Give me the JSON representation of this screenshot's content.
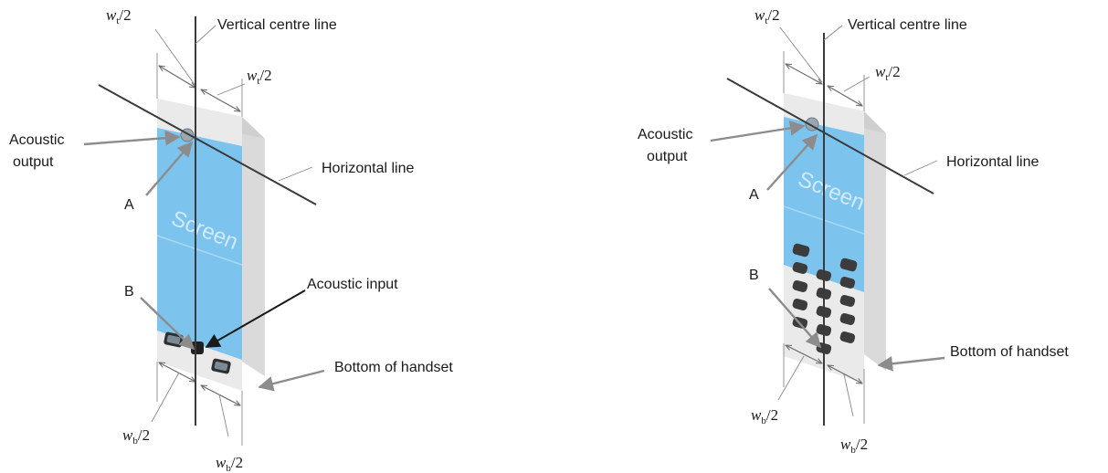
{
  "figure_left": {
    "wt_half_top": "w",
    "wt_half_top_sub": "t",
    "wt_half_top_suffix": "/2",
    "wt_half_right": "w",
    "wt_half_right_sub": "t",
    "wt_half_right_suffix": "/2",
    "vertical_centre_line": "Vertical centre line",
    "acoustic_output_line1": "Acoustic",
    "acoustic_output_line2": "output",
    "horizontal_line": "Horizontal line",
    "point_a": "A",
    "screen": "Screen",
    "point_b": "B",
    "acoustic_input": "Acoustic input",
    "bottom_of_handset": "Bottom of handset",
    "wb_half_left": "w",
    "wb_half_left_sub": "b",
    "wb_half_left_suffix": "/2",
    "wb_half_right": "w",
    "wb_half_right_sub": "b",
    "wb_half_right_suffix": "/2"
  },
  "figure_right": {
    "wt_half_top": "w",
    "wt_half_top_sub": "t",
    "wt_half_top_suffix": "/2",
    "wt_half_right": "w",
    "wt_half_right_sub": "t",
    "wt_half_right_suffix": "/2",
    "vertical_centre_line": "Vertical centre line",
    "acoustic_output_line1": "Acoustic",
    "acoustic_output_line2": "output",
    "horizontal_line": "Horizontal line",
    "point_a": "A",
    "screen": "Screen",
    "point_b": "B",
    "bottom_of_handset": "Bottom of handset",
    "wb_half_left": "w",
    "wb_half_left_sub": "b",
    "wb_half_left_suffix": "/2",
    "wb_half_right": "w",
    "wb_half_right_sub": "b",
    "wb_half_right_suffix": "/2"
  },
  "colors": {
    "screen_blue": "#7cc4ee",
    "body_grey": "#e9e9e9",
    "top_grey": "#cfcfcf",
    "side_grey": "#dadada",
    "pointer_grey": "#8c8c8c"
  }
}
